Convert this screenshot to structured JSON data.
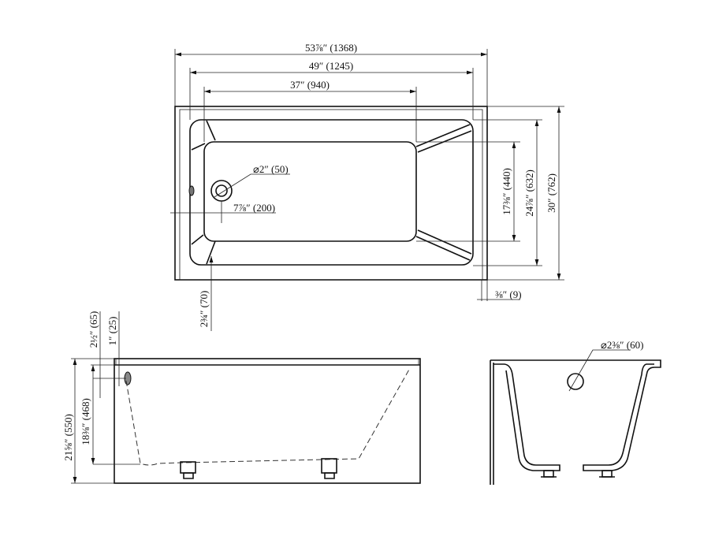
{
  "title": "Bathtub dimension drawing",
  "dimensions": {
    "overall_length": "53⅞″ (1368)",
    "rim_length": "49″ (1245)",
    "floor_length": "37″ (940)",
    "drain_diameter": "⌀2″ (50)",
    "drain_offset": "7⅞″ (200)",
    "floor_width": "17⅜″ (440)",
    "rim_width": "24⅞″ (632)",
    "overall_width": "30″ (762)",
    "apron_thickness": "⅜″ (9)",
    "deck_edge": "2¾″ (70)",
    "overflow_height": "2½″ (65)",
    "rim_thickness": "1″ (25)",
    "overall_height": "21⅝″ (550)",
    "interior_depth": "18⅜″ (468)",
    "overflow_diameter": "⌀2⅜″ (60)"
  }
}
